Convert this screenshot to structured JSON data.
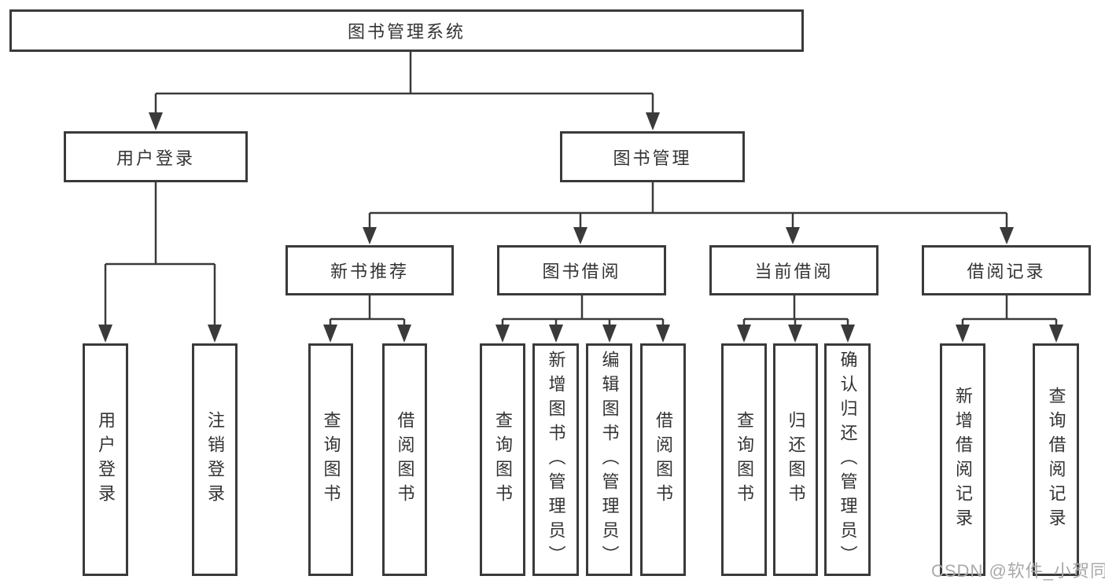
{
  "diagram": {
    "title": "图书管理系统",
    "branches": [
      {
        "label": "用户登录",
        "children": [
          {
            "label": "用户登录"
          },
          {
            "label": "注销登录"
          }
        ]
      },
      {
        "label": "图书管理",
        "children": [
          {
            "label": "新书推荐",
            "children": [
              {
                "label": "查询图书"
              },
              {
                "label": "借阅图书"
              }
            ]
          },
          {
            "label": "图书借阅",
            "children": [
              {
                "label": "查询图书"
              },
              {
                "label": "新增图书（管理员）"
              },
              {
                "label": "编辑图书（管理员）"
              },
              {
                "label": "借阅图书"
              }
            ]
          },
          {
            "label": "当前借阅",
            "children": [
              {
                "label": "查询图书"
              },
              {
                "label": "归还图书"
              },
              {
                "label": "确认归还（管理员）"
              }
            ]
          },
          {
            "label": "借阅记录",
            "children": [
              {
                "label": "新增借阅记录"
              },
              {
                "label": "查询借阅记录"
              }
            ]
          }
        ]
      }
    ]
  },
  "watermark": {
    "text": "CSDN @软件_小贺同学"
  },
  "colors": {
    "line": "#3a3a3a",
    "box_border": "#3a3a3a",
    "box_fill": "#ffffff",
    "text": "#333333",
    "watermark": "#a9a9a9",
    "background": "#ffffff"
  }
}
